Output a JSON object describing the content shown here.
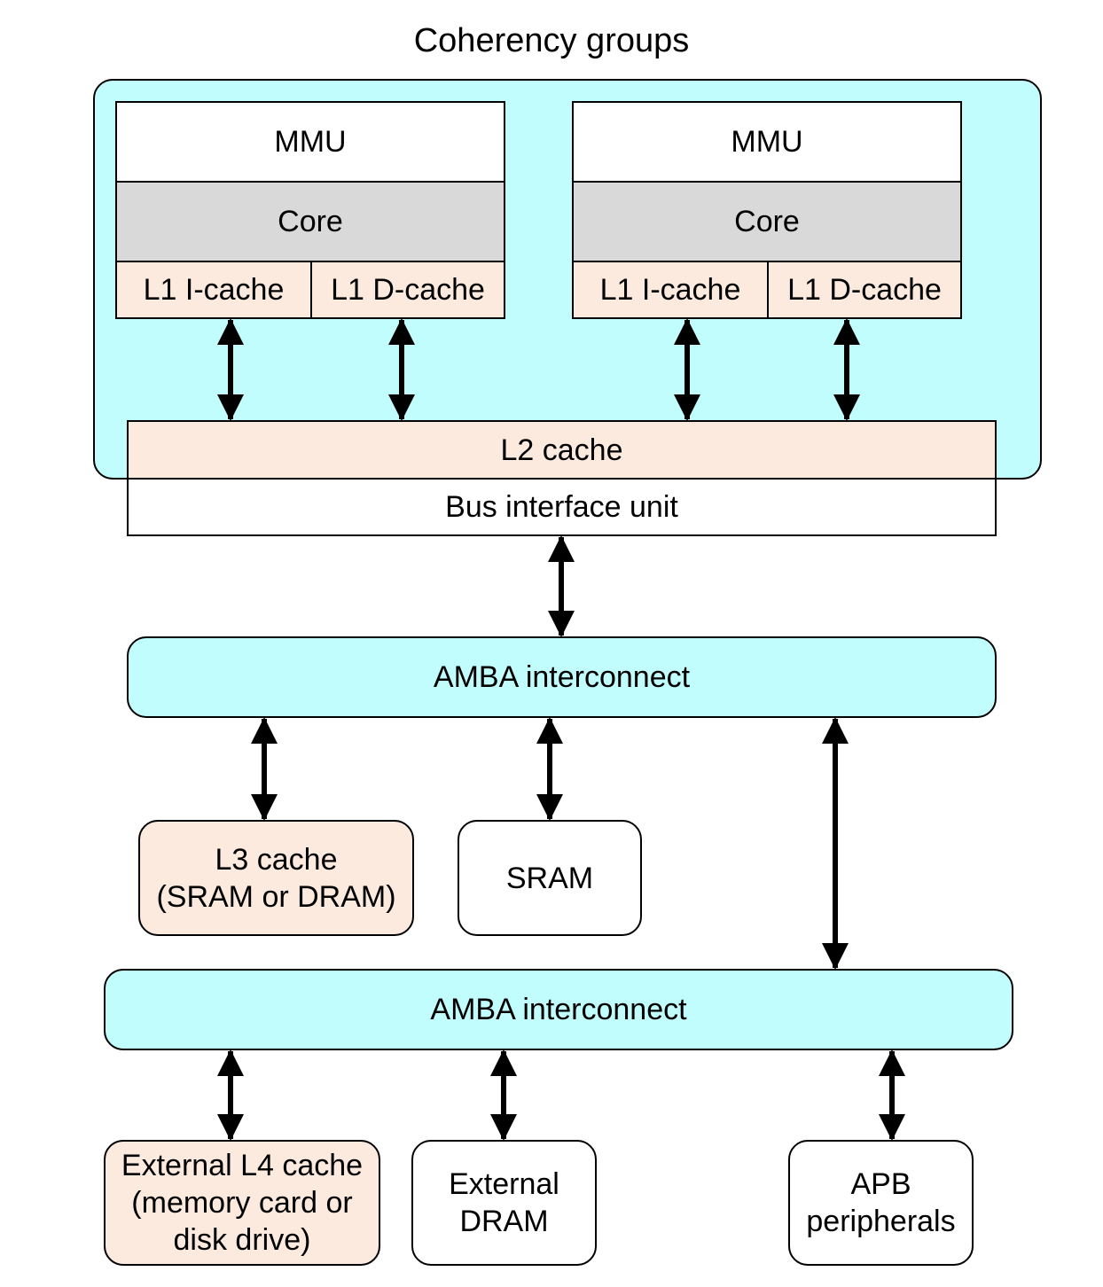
{
  "title": "Coherency groups",
  "clusters": [
    {
      "mmu": "MMU",
      "core": "Core",
      "l1i": "L1 I-cache",
      "l1d": "L1 D-cache"
    },
    {
      "mmu": "MMU",
      "core": "Core",
      "l1i": "L1 I-cache",
      "l1d": "L1 D-cache"
    }
  ],
  "l2_cache": "L2 cache",
  "bus_interface_unit": "Bus interface unit",
  "amba_interconnect_1": "AMBA interconnect",
  "l3_cache": "L3 cache\n(SRAM or DRAM)",
  "sram": "SRAM",
  "amba_interconnect_2": "AMBA interconnect",
  "external_l4_cache": "External L4 cache\n(memory card or\ndisk drive)",
  "external_dram": "External\nDRAM",
  "apb_peripherals": "APB\nperipherals",
  "colors": {
    "coherency_fill": "#c2fdfd",
    "cache_fill": "#fdeadf",
    "core_fill": "#d9d9d9",
    "outline": "#000000"
  }
}
